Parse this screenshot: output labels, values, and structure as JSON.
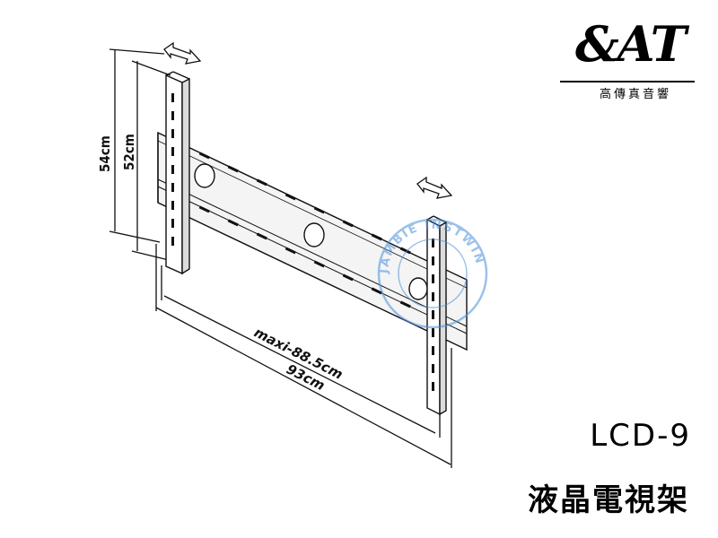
{
  "logo": {
    "mark": "&AT",
    "subtitle": "高傳真音響"
  },
  "watermark": {
    "ring_text": "JAMBIE INSTWIN"
  },
  "dimensions": {
    "height_outer": "54cm",
    "height_inner": "52cm",
    "width_max": "maxi-88.5cm",
    "width_overall": "93cm"
  },
  "product": {
    "model": "LCD-9",
    "name": "液晶電視架"
  }
}
